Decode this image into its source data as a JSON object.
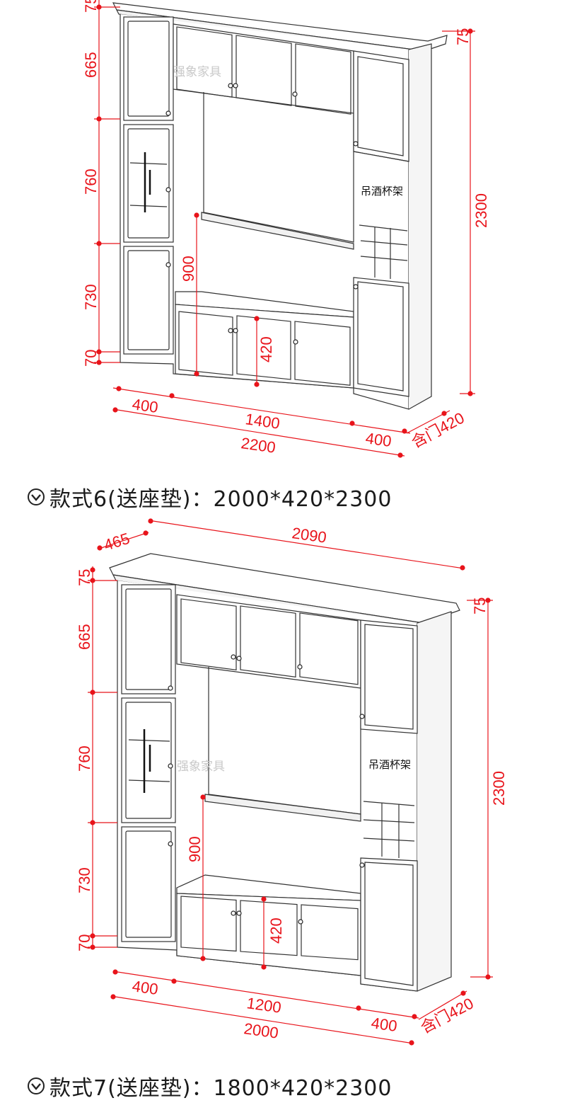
{
  "accent": "#e8141b",
  "icons": [
    "chevron-circle-down-icon"
  ],
  "drawings": [
    {
      "id": "style6",
      "caption": "款式6(送座垫)：2000*420*2300",
      "heights": [
        "75",
        "665",
        "760",
        "730",
        "70"
      ],
      "right_top": "75",
      "total_height": "2300",
      "inner_height": "900",
      "base_height": "420",
      "widths": [
        "400",
        "1400",
        "400"
      ],
      "total_width": "2200",
      "depth": "含门420",
      "rack_label": "吊酒杯架",
      "watermark": "强象家具"
    },
    {
      "id": "style7",
      "caption": "款式7(送座垫)：1800*420*2300",
      "crown_left": "465",
      "crown_width": "2090",
      "heights": [
        "75",
        "665",
        "760",
        "730",
        "70"
      ],
      "right_top": "75",
      "total_height": "2300",
      "inner_height": "900",
      "base_height": "420",
      "widths": [
        "400",
        "1200",
        "400"
      ],
      "total_width": "2000",
      "depth": "含门420",
      "rack_label": "吊酒杯架",
      "watermark": "强象家具"
    }
  ]
}
